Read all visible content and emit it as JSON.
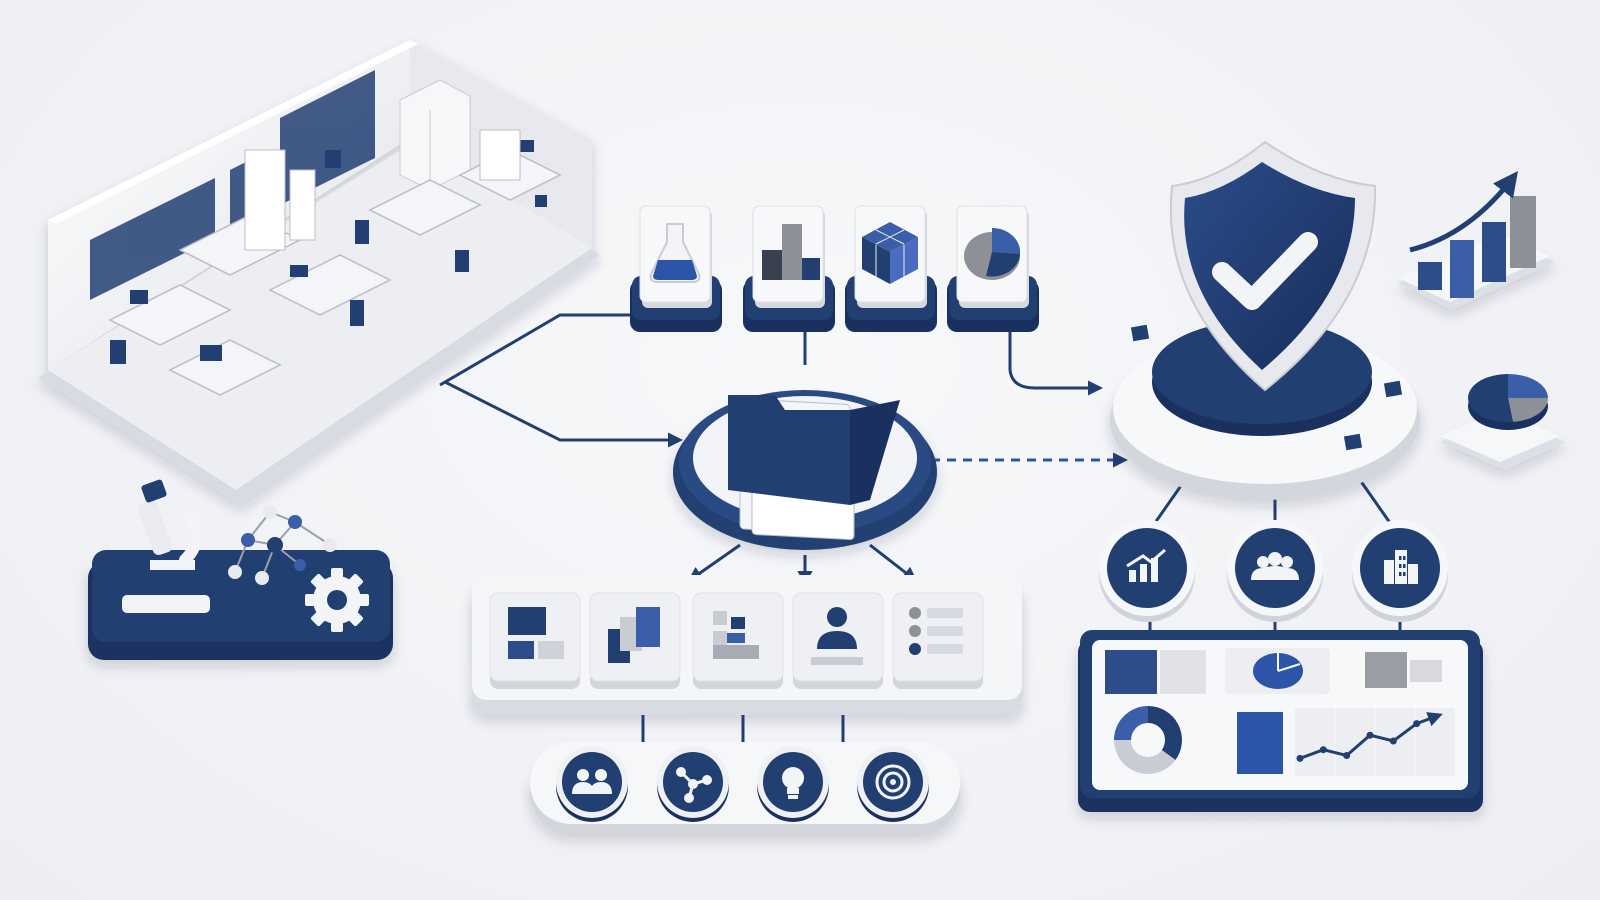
{
  "palette": {
    "navy": "#223f72",
    "navy_dark": "#1a3160",
    "blue": "#3b5ea8",
    "white": "#f8f9fb",
    "light_gray": "#e3e5ea",
    "mid_gray": "#c9ccd3",
    "gray": "#8d9097",
    "background": "#eef0f3"
  },
  "lab_room": {
    "icon": "laboratory-room-isometric"
  },
  "research_tools": {
    "icons": [
      "microscope-icon",
      "molecule-icon",
      "gear-icon"
    ]
  },
  "input_tiles": [
    {
      "name": "flask-tile",
      "icon": "flask-icon"
    },
    {
      "name": "blocks-tile",
      "icon": "stacked-blocks-icon"
    },
    {
      "name": "cube-tile",
      "icon": "cube-icon"
    },
    {
      "name": "pie-tile",
      "icon": "pie-chart-icon"
    }
  ],
  "central_hub": {
    "icon": "folder-icon"
  },
  "module_cards": [
    {
      "name": "layout-card",
      "icon": "layout-blocks-icon"
    },
    {
      "name": "steps-card",
      "icon": "steps-blocks-icon"
    },
    {
      "name": "hierarchy-card",
      "icon": "hierarchy-blocks-icon"
    },
    {
      "name": "profile-card",
      "icon": "user-profile-icon"
    },
    {
      "name": "list-card",
      "icon": "checklist-icon"
    }
  ],
  "outcome_circles": [
    {
      "name": "team-circle",
      "icon": "team-icon"
    },
    {
      "name": "network-circle",
      "icon": "network-icon"
    },
    {
      "name": "idea-circle",
      "icon": "lightbulb-icon"
    },
    {
      "name": "target-circle",
      "icon": "target-icon"
    }
  ],
  "security_platform": {
    "icon": "shield-check-icon"
  },
  "analytics_side": {
    "icons": [
      "growth-bar-chart-icon",
      "pie-chart-icon"
    ]
  },
  "governance_circles": [
    {
      "name": "growth-circle",
      "icon": "growth-chart-icon"
    },
    {
      "name": "people-circle",
      "icon": "people-icon"
    },
    {
      "name": "building-circle",
      "icon": "building-icon"
    }
  ],
  "dashboard": {
    "icons": [
      "blocks-widget-icon",
      "pie-widget-icon",
      "blocks-widget-icon",
      "donut-chart-icon",
      "bar-widget-icon",
      "line-chart-icon"
    ],
    "donut_values": [
      0.35,
      0.4,
      0.25
    ],
    "line_values": [
      0.2,
      0.35,
      0.25,
      0.6,
      0.5,
      0.8,
      0.95
    ]
  }
}
